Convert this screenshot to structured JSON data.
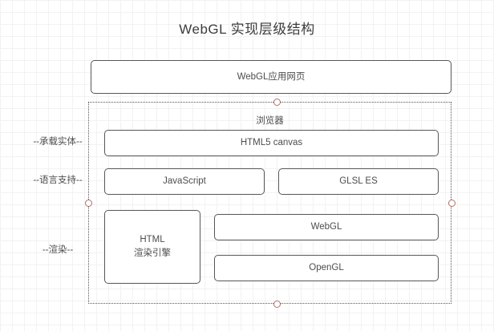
{
  "diagram": {
    "title": "WebGL 实现层级结构",
    "type": "layered-architecture",
    "top_node": {
      "label": "WebGL应用网页"
    },
    "browser_group": {
      "label": "浏览器"
    },
    "side_labels": [
      {
        "id": "carrier",
        "label": "--承载实体--"
      },
      {
        "id": "language",
        "label": "--语言支持--"
      },
      {
        "id": "render",
        "label": "--渲染--"
      }
    ],
    "layers": [
      {
        "id": "carrier-layer",
        "nodes": [
          {
            "id": "html5-canvas",
            "label": "HTML5 canvas"
          }
        ]
      },
      {
        "id": "language-layer",
        "nodes": [
          {
            "id": "javascript",
            "label": "JavaScript"
          },
          {
            "id": "glsl-es",
            "label": "GLSL ES"
          }
        ]
      },
      {
        "id": "render-layer",
        "nodes": [
          {
            "id": "html-render-engine",
            "label_line1": "HTML",
            "label_line2": "渲染引擎"
          },
          {
            "id": "webgl",
            "label": "WebGL"
          },
          {
            "id": "opengl",
            "label": "OpenGL"
          }
        ]
      }
    ],
    "handles": [
      {
        "id": "handle-top",
        "position": "top-center"
      },
      {
        "id": "handle-left",
        "position": "middle-left"
      },
      {
        "id": "handle-right",
        "position": "middle-right"
      },
      {
        "id": "handle-bottom",
        "position": "bottom-center"
      }
    ],
    "colors": {
      "node_border": "#575757",
      "group_border": "#55555e",
      "handle_border": "#b0736b",
      "text": "#4d4d4d",
      "grid_minor": "#f2f2f3",
      "grid_major": "#ececed"
    }
  }
}
